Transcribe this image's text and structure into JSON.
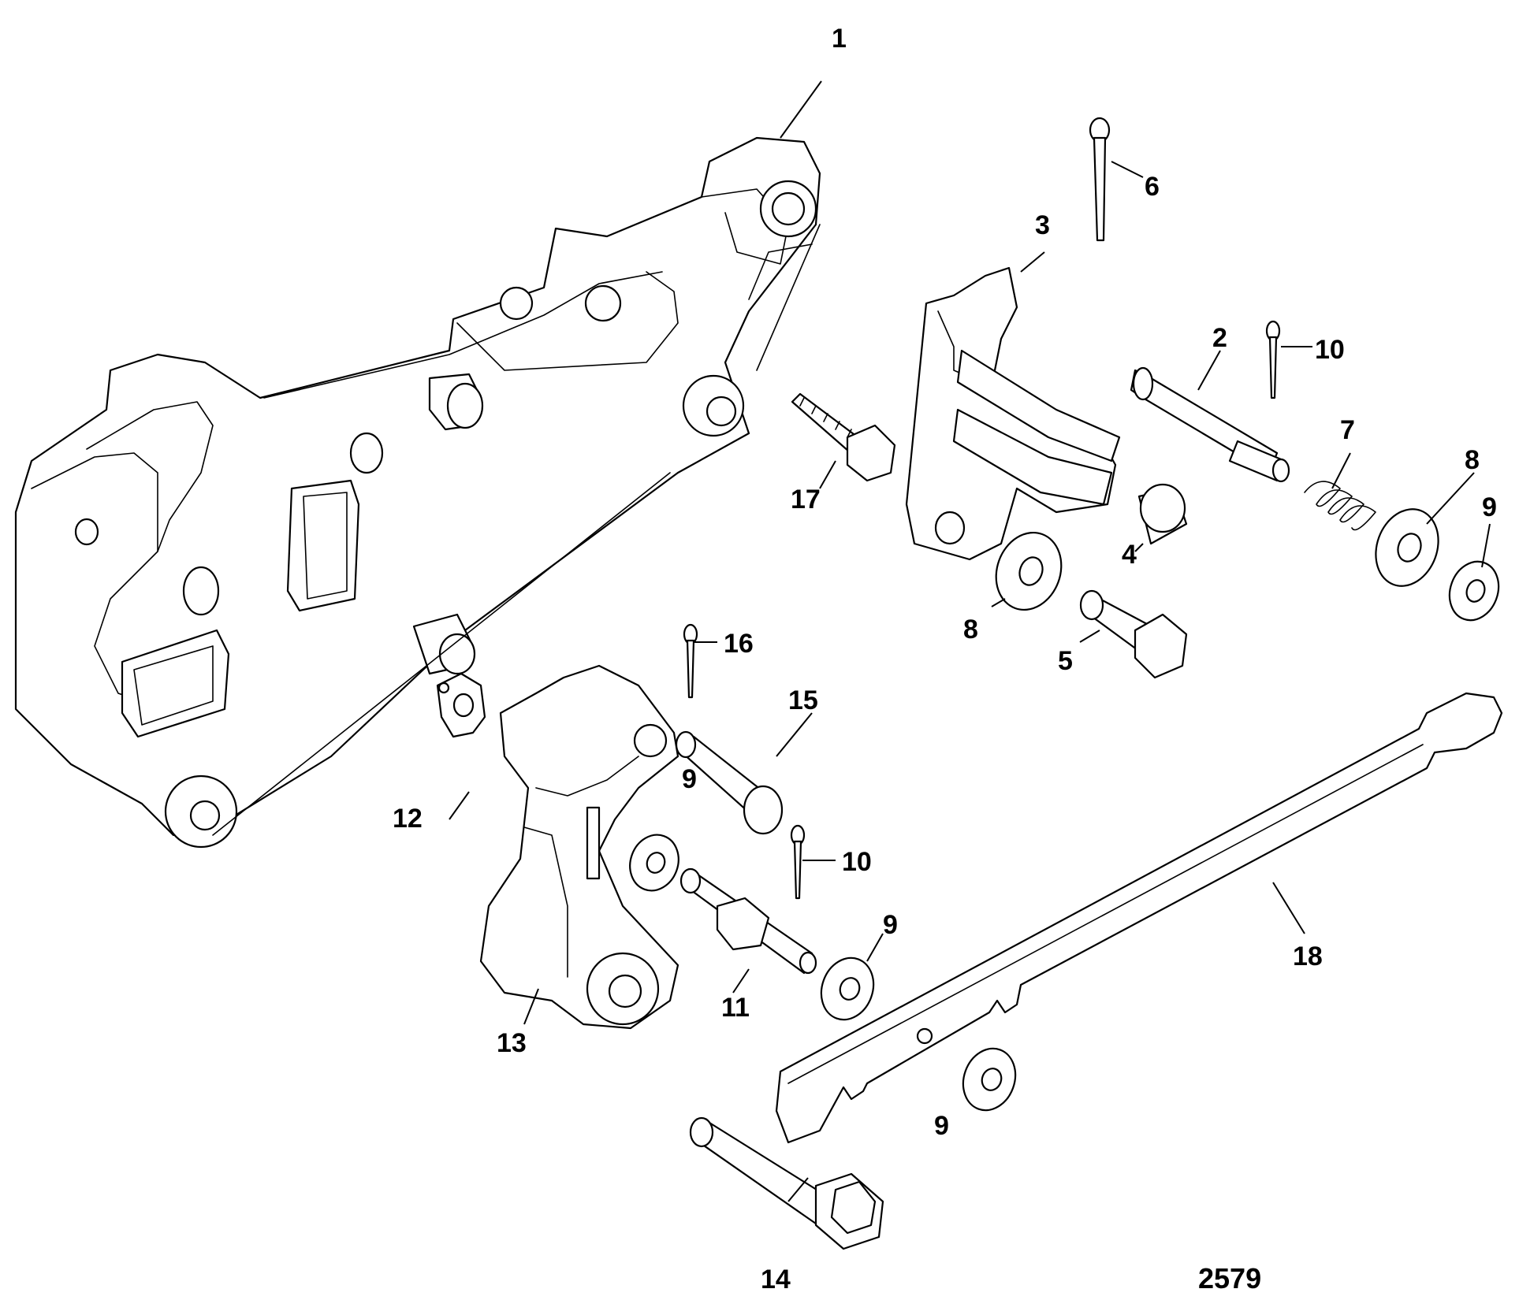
{
  "diagram": {
    "figure_number": "2579",
    "callouts": [
      "1",
      "2",
      "3",
      "4",
      "5",
      "6",
      "7",
      "8",
      "8",
      "9",
      "9",
      "9",
      "9",
      "10",
      "10",
      "11",
      "12",
      "13",
      "14",
      "15",
      "16",
      "17",
      "18"
    ]
  }
}
